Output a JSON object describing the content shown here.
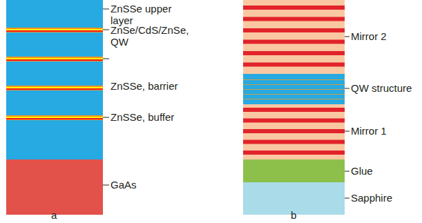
{
  "diagram": {
    "labels": [
      "ZnSSe upper layer",
      "ZnSe/CdS/ZnSe, QW",
      "ZnSSe, barrier",
      "ZnSSe, buffer",
      "GaAs",
      "a",
      "Mirror 2",
      "QW structure",
      "Mirror 1",
      "Glue",
      "Sapphire",
      "b"
    ]
  }
}
